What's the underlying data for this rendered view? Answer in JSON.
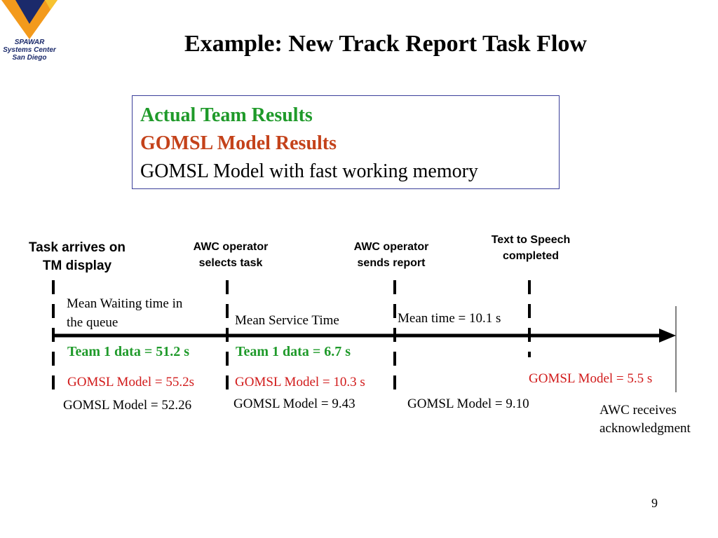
{
  "logo": {
    "lines": [
      "SPAWAR",
      "Systems Center",
      "San Diego"
    ],
    "colors": {
      "orange": "#f39a1c",
      "navy": "#1b2a6b",
      "yellow": "#f7c331"
    }
  },
  "title": "Example: New Track Report Task Flow",
  "legend": {
    "actual": "Actual Team Results",
    "gomsl": "GOMSL Model Results",
    "fast": "GOMSL Model with fast working memory",
    "colors": {
      "actual": "#1f9a2a",
      "gomsl": "#c4421a",
      "fast": "#000000"
    }
  },
  "events": {
    "arrives": [
      "Task arrives on",
      "TM display"
    ],
    "selects": [
      "AWC operator",
      "selects task"
    ],
    "sends": [
      "AWC operator",
      "sends report"
    ],
    "tts": [
      "Text to Speech",
      "completed"
    ],
    "ack": [
      "AWC receives",
      "acknowledgment"
    ]
  },
  "segments": {
    "waiting": {
      "label": [
        "Mean Waiting time in",
        "the queue"
      ],
      "team": "Team 1 data = 51.2 s",
      "gomsl": "GOMSL Model = 55.2s",
      "fast": "GOMSL Model = 52.26"
    },
    "service": {
      "label": "Mean Service Time",
      "team": "Team 1 data = 6.7 s",
      "gomsl": "GOMSL Model = 10.3 s",
      "fast": "GOMSL Model = 9.43"
    },
    "report": {
      "label": "Mean time = 10.1 s",
      "fast": "GOMSL Model = 9.10"
    },
    "tts": {
      "gomsl": "GOMSL Model = 5.5 s"
    }
  },
  "page_number": "9"
}
